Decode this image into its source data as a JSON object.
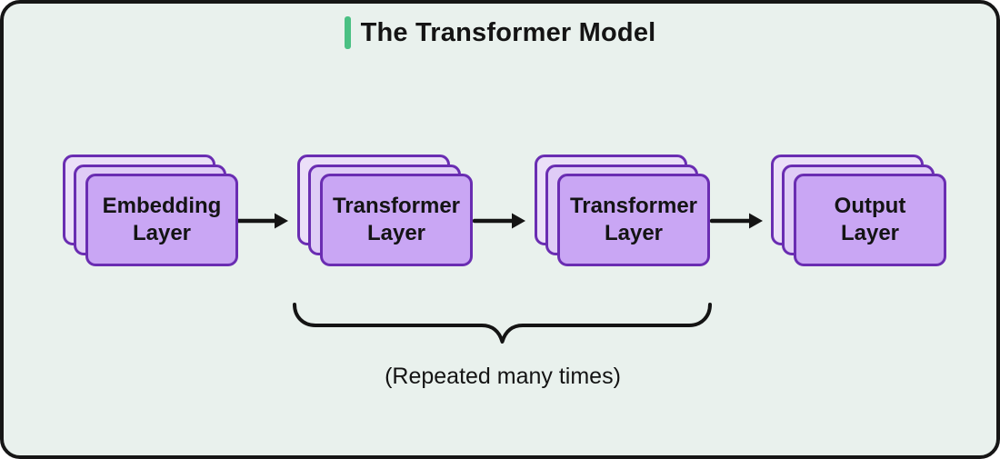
{
  "title": {
    "text": "The Transformer Model"
  },
  "colors": {
    "background": "#e9f1ed",
    "frame_border": "#161616",
    "title_accent": "#4ac083",
    "card_front": "#c9a6f4",
    "card_middle": "#dfccf6",
    "card_back": "#ebdff8",
    "card_border": "#6a2db2",
    "text": "#141414"
  },
  "diagram": {
    "nodes": [
      {
        "label": "Embedding Layer"
      },
      {
        "label": "Transformer Layer"
      },
      {
        "label": "Transformer Layer"
      },
      {
        "label": "Output Layer"
      }
    ],
    "annotation": "(Repeated many times)"
  }
}
